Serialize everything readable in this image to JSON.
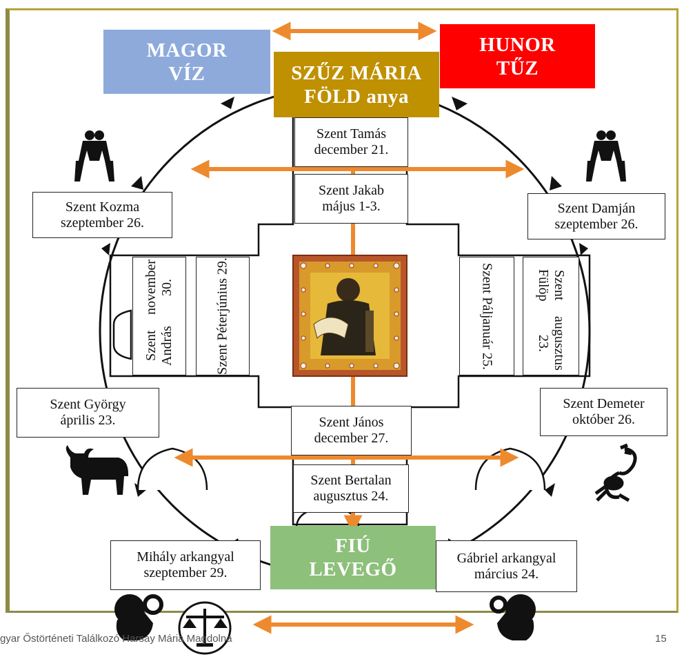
{
  "elements": {
    "magor": {
      "line1": "MAGOR",
      "line2": "VÍZ"
    },
    "hunor": {
      "line1": "HUNOR",
      "line2": "TŰZ"
    },
    "szuz_maria": {
      "line1": "SZŰZ MÁRIA",
      "line2": "FÖLD anya"
    },
    "fiu": {
      "line1": "FIÚ",
      "line2": "LEVEGŐ"
    }
  },
  "saints": {
    "tamas": {
      "line1": "Szent Tamás",
      "line2": "december 21."
    },
    "jakab": {
      "line1": "Szent Jakab",
      "line2": "május 1-3."
    },
    "kozma": {
      "line1": "Szent Kozma",
      "line2": "szeptember 26."
    },
    "damjan": {
      "line1": "Szent Damján",
      "line2": "szeptember 26."
    },
    "andras": {
      "line1": "Szent András",
      "line2": "november 30."
    },
    "peter": {
      "line1": "Szent Péter",
      "line2": "június 29."
    },
    "pal": {
      "line1": "Szent Pál",
      "line2": "január 25."
    },
    "fulop": {
      "line1": "Szent Fülöp",
      "line2": "augusztus 23."
    },
    "gyorgy": {
      "line1": "Szent György",
      "line2": "április 23."
    },
    "demeter": {
      "line1": "Szent Demeter",
      "line2": "október 26."
    },
    "janos": {
      "line1": "Szent János",
      "line2": "december 27."
    },
    "bertalan": {
      "line1": "Szent Bertalan",
      "line2": "augusztus 24."
    },
    "mihaly": {
      "line1": "Mihály arkangyal",
      "line2": "szeptember 29."
    },
    "gabriel": {
      "line1": "Gábriel arkangyal",
      "line2": "március 24."
    }
  },
  "footer": {
    "left": "gyar Őstörténeti Találkozó    Harsay Mária Magdolna",
    "page_number": "15"
  },
  "zodiac": [
    "gemini-icon",
    "gemini-icon",
    "taurus-icon",
    "scorpio-icon",
    "libra-icon",
    "aries-icon",
    "aries-icon"
  ],
  "colors": {
    "magor_bg": "#8eaadb",
    "hunor_bg": "#ff0000",
    "szuz_bg": "#bf9000",
    "fiu_bg": "#8dc07a",
    "arrow": "#ed8a2e",
    "frame": "#b8a33a"
  }
}
